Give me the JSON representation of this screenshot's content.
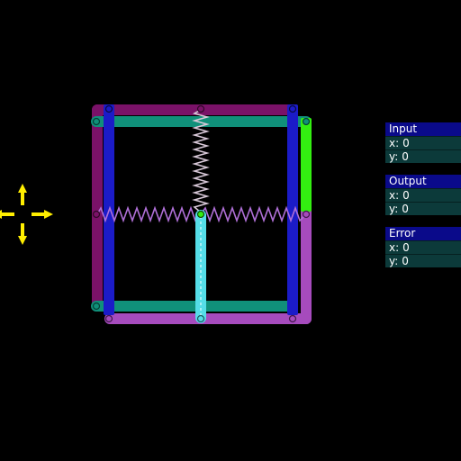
{
  "panels": {
    "input": {
      "title": "Input",
      "x_label": "x:",
      "x_value": "0",
      "y_label": "y:",
      "y_value": "0"
    },
    "output": {
      "title": "Output",
      "x_label": "x:",
      "x_value": "0",
      "y_label": "y:",
      "y_value": "0"
    },
    "error": {
      "title": "Error",
      "x_label": "x:",
      "x_value": "0",
      "y_label": "y:",
      "y_value": "0"
    }
  },
  "colors": {
    "background": "#000000",
    "purple_bar": "#7a1268",
    "violet_bar": "#a64bbd",
    "teal_bar": "#10907a",
    "blue_bar": "#1b1bc8",
    "green_bar": "#33ee11",
    "cyan_bar": "#55dde8",
    "spring_vertical": "#d8c8d8",
    "spring_horizontal": "#b070d8",
    "crosshair": "#ffee00",
    "panel_title_bg": "#0a0a8a",
    "panel_row_bg": "#0c3a3a"
  },
  "icons": {
    "crosshair": "move-arrows-icon"
  }
}
